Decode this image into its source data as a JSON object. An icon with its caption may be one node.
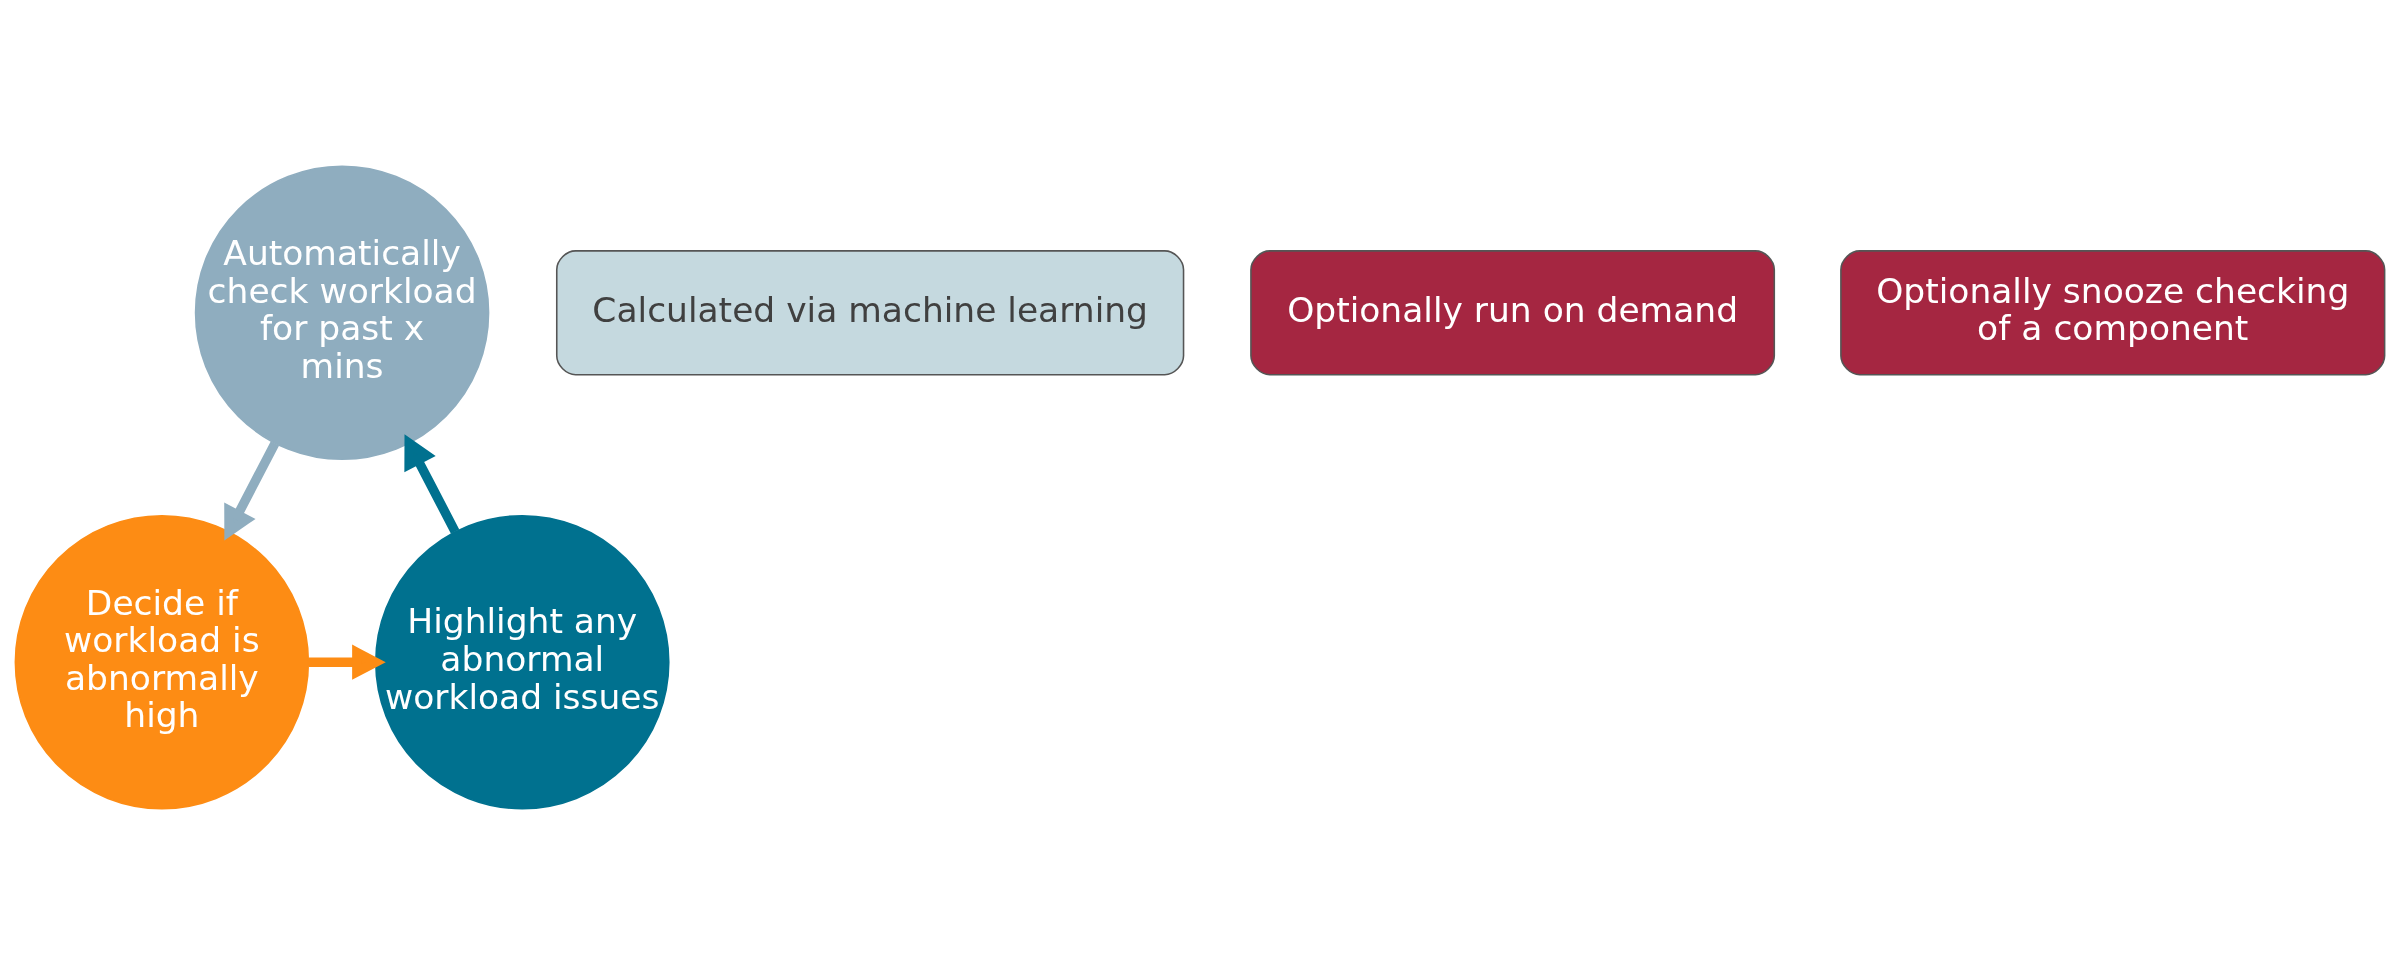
{
  "diagram": {
    "nodes": [
      {
        "text": [
          "Automatically check workload for past x mins"
        ]
      },
      {
        "text": [
          "Decide if workload is abnormally high"
        ]
      },
      {
        "text": [
          "Highlight any abnormal workload issues"
        ]
      },
      {
        "text": [
          "Calculated via machine learning"
        ]
      },
      {
        "text": [
          "Optionally run on demand"
        ]
      },
      {
        "text": [
          "Optionally snooze checking of a component"
        ]
      }
    ],
    "edges": [
      {
        "from": 0,
        "to": 1,
        "arrow": "to",
        "color": "#8fadbf"
      },
      {
        "from": 1,
        "to": 2,
        "arrow": "to",
        "color": "#fd8c14"
      },
      {
        "from": 2,
        "to": 0,
        "arrow": "to",
        "color": "#00718f"
      }
    ]
  }
}
